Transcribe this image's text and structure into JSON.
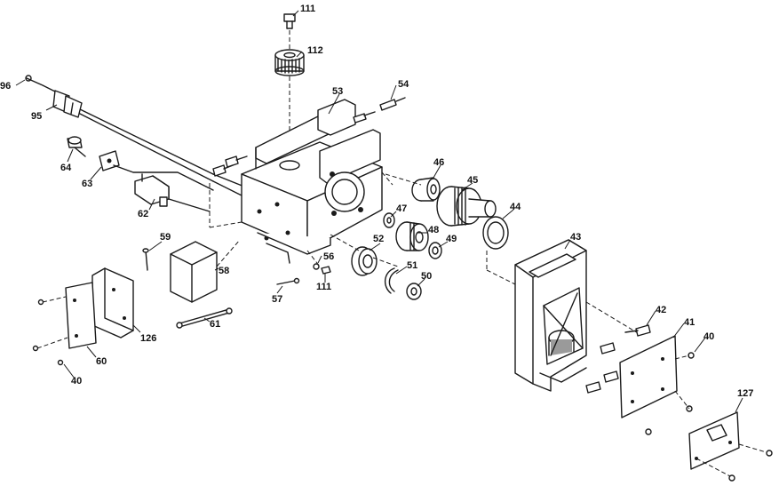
{
  "callouts": {
    "c111_top": "111",
    "c112": "112",
    "c96": "96",
    "c95": "95",
    "c53": "53",
    "c54": "54",
    "c64": "64",
    "c63": "63",
    "c62": "62",
    "c46": "46",
    "c45": "45",
    "c44": "44",
    "c47": "47",
    "c48": "48",
    "c49": "49",
    "c52": "52",
    "c59": "59",
    "c56": "56",
    "c58": "58",
    "c51": "51",
    "c50": "50",
    "c111_mid": "111",
    "c57": "57",
    "c43": "43",
    "c61": "61",
    "c126": "126",
    "c60": "60",
    "c42": "42",
    "c41": "41",
    "c40_right": "40",
    "c40_left": "40",
    "c127": "127"
  }
}
